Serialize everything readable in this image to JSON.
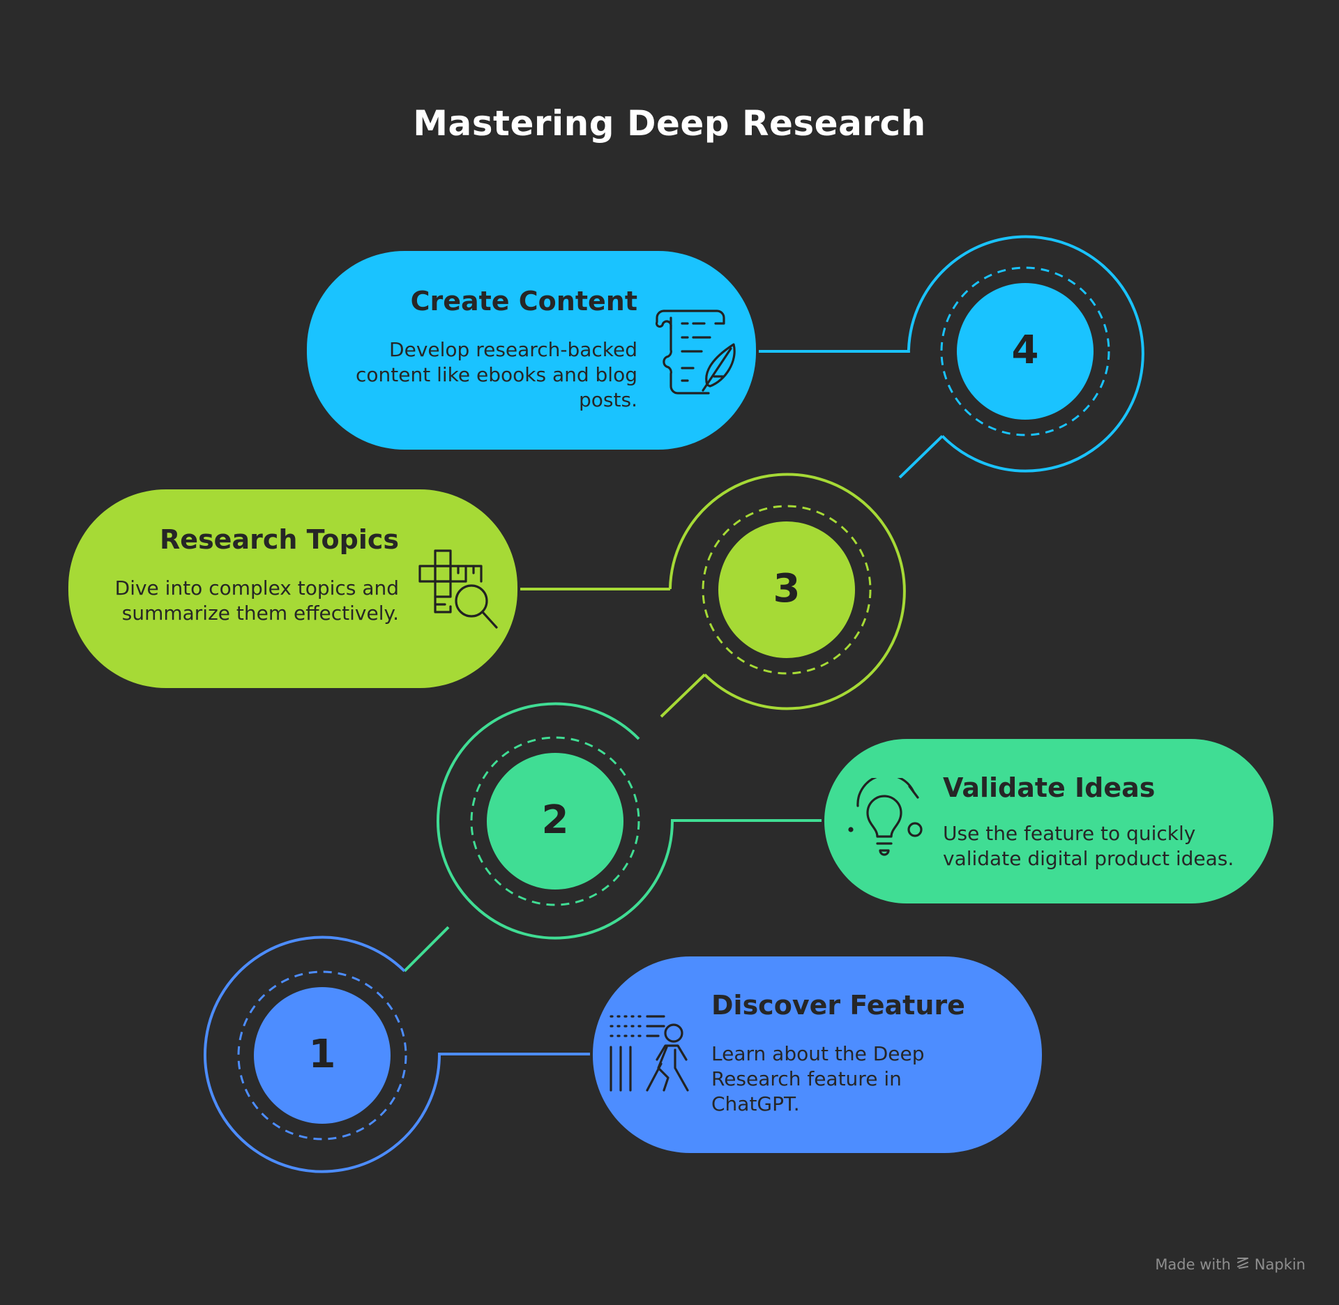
{
  "title": "Mastering Deep Research",
  "colors": {
    "background": "#2b2b2b",
    "step1": "#4d8dff",
    "step2": "#40dd94",
    "step3": "#a6da36",
    "step4": "#1ac3ff"
  },
  "steps": [
    {
      "number": "1",
      "title": "Discover Feature",
      "description": "Learn about the Deep Research feature in ChatGPT.",
      "icon": "person-walking-icon"
    },
    {
      "number": "2",
      "title": "Validate Ideas",
      "description": "Use the feature to quickly validate digital product ideas.",
      "icon": "lightbulb-icon"
    },
    {
      "number": "3",
      "title": "Research Topics",
      "description": "Dive into complex topics and summarize them effectively.",
      "icon": "crossword-search-icon"
    },
    {
      "number": "4",
      "title": "Create Content",
      "description": "Develop research-backed content like ebooks and blog posts.",
      "icon": "scroll-quill-icon"
    }
  ],
  "footer": {
    "made_with": "Made with",
    "brand": "Napkin"
  }
}
